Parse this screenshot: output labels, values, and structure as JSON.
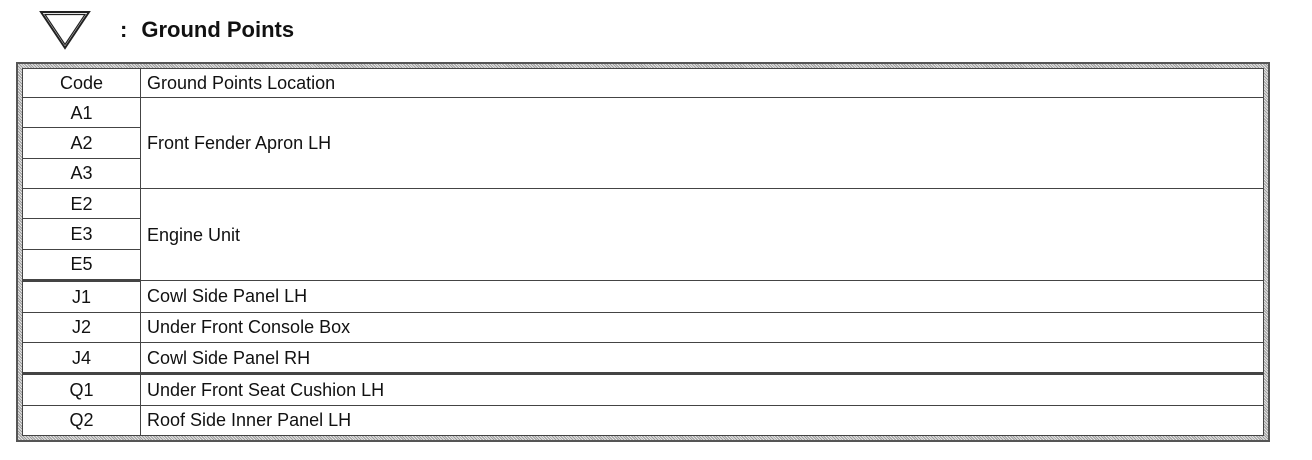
{
  "header": {
    "icon": "ground-triangle-icon",
    "separator": ":",
    "title": "Ground Points"
  },
  "table": {
    "columns": [
      "Code",
      "Ground Points Location"
    ],
    "groups": [
      {
        "codes": [
          "A1",
          "A2",
          "A3"
        ],
        "location": "Front Fender Apron LH"
      },
      {
        "codes": [
          "E2",
          "E3",
          "E5"
        ],
        "location": "Engine Unit"
      },
      {
        "codes": [
          "J1"
        ],
        "location": "Cowl Side Panel LH"
      },
      {
        "codes": [
          "J2"
        ],
        "location": "Under Front Console Box"
      },
      {
        "codes": [
          "J4"
        ],
        "location": "Cowl Side Panel RH"
      },
      {
        "codes": [
          "Q1"
        ],
        "location": "Under Front Seat Cushion LH"
      },
      {
        "codes": [
          "Q2"
        ],
        "location": "Roof Side Inner Panel LH"
      }
    ]
  }
}
